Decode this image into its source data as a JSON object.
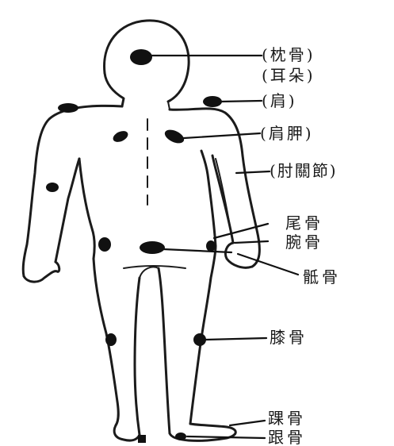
{
  "diagram": {
    "labels": {
      "occipital": "(枕骨)",
      "ear": "(耳朵)",
      "shoulder": "(肩)",
      "scapula": "(肩胛)",
      "elbow": "(肘關節)",
      "coccyx": "尾骨",
      "wrist": "腕骨",
      "sacrum": "骶骨",
      "knee": "膝骨",
      "ankle": "踝骨",
      "heel": "跟骨"
    },
    "colors": {
      "ink": "#111111",
      "background": "#ffffff"
    }
  }
}
